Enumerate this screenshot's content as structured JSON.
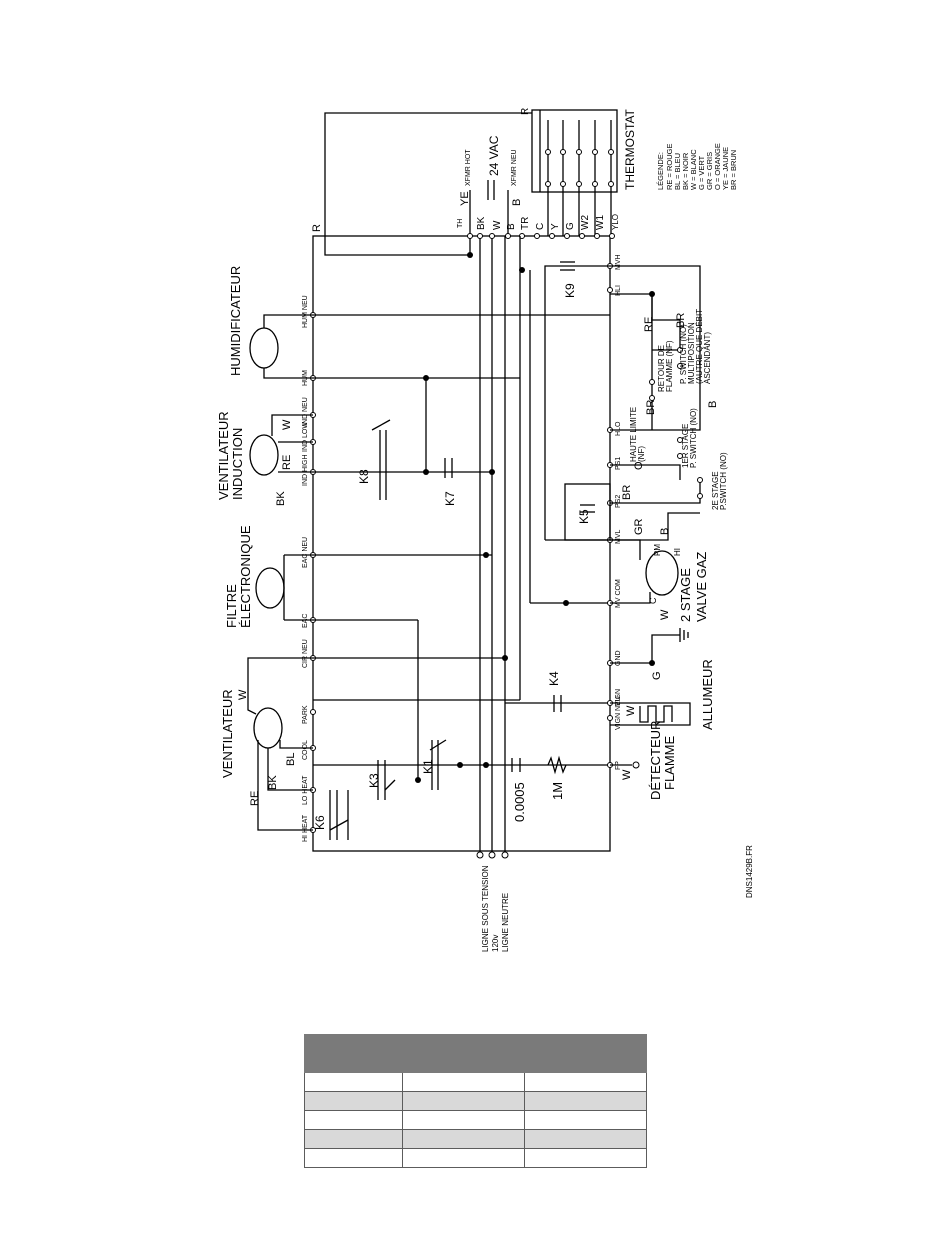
{
  "components": {
    "ventilateur": "VENTILATEUR",
    "filtre_1": "FILTRE",
    "filtre_2": "ÉLECTRONIQUE",
    "ventilateur_induction_1": "VENTILATEUR",
    "ventilateur_induction_2": "INDUCTION",
    "humidificateur": "HUMIDIFICATEUR",
    "thermostat": "THERMOSTAT",
    "allumeur": "ALLUMEUR",
    "detecteur_1": "DÉTECTEUR",
    "detecteur_2": "FLAMME",
    "valve_1": "2 STAGE",
    "valve_2": "VALVE GAZ",
    "transformer": "24 VAC",
    "xfmr_hot": "XFMR HOT",
    "xfmr_neu": "XFMR NEU",
    "capacitor": "0.0005",
    "resistor": "1M",
    "line_hot": "LIGNE SOUS TENSION",
    "line_v": "120v",
    "line_neu": "LIGNE NEUTRE",
    "drawing_no": "DNS1429B.FR"
  },
  "relays": [
    "K1",
    "K3",
    "K4",
    "K5",
    "K6",
    "K7",
    "K8",
    "K9"
  ],
  "terminals": {
    "bottom": [
      "HI HEAT",
      "LO HEAT",
      "COOL",
      "PARK",
      "CIR NEU",
      "EAC",
      "EAC NEU",
      "IND HIGH",
      "IND LOW",
      "IND NEU",
      "HUM",
      "HUM NEU"
    ],
    "top_right": [
      "TH",
      "BK",
      "W",
      "B",
      "TR",
      "C",
      "Y",
      "G",
      "W2",
      "W1",
      "YLO"
    ],
    "top": [
      "FP",
      "VIGN NEU",
      "VIGN",
      "GND",
      "MV COM",
      "MVL",
      "PS2",
      "PS1",
      "HLO",
      "HLI",
      "MVH"
    ]
  },
  "wire_labels": {
    "re": "RE",
    "bk": "BK",
    "bl": "BL",
    "w": "W",
    "ye": "YE",
    "gr": "GR",
    "br": "BR",
    "o": "O",
    "b": "B",
    "g": "G",
    "c": "C",
    "pm": "PM",
    "hi": "HI",
    "r": "R"
  },
  "switches": {
    "retour_1": "RETOUR DE",
    "retour_2": "FLAMME (NF)",
    "haute_1": "HAUTE LIMITE",
    "haute_2": "(NF)",
    "ps_multi_1": "P. SWITCH (NO)",
    "ps_multi_2": "MULTIPOSITION",
    "ps_multi_3": "(AUTRE QUE DÉBIT",
    "ps_multi_4": "ASCENDANT)",
    "ps_1er_1": "1ER STAGE",
    "ps_1er_2": "P. SWITCH (NO)",
    "ps_2e_1": "2E STAGE",
    "ps_2e_2": "P.SWITCH (NO)"
  },
  "legend": {
    "title": "LÉGENDE:",
    "items": [
      "RE = ROUGE",
      "BL = BLEU",
      "BK = NOIR",
      "W = BLANC",
      "G = VERT",
      "GR = GRIS",
      "O = ORANGE",
      "YE = JAUNE",
      "BR = BRUN"
    ]
  },
  "table": {
    "columns": 3,
    "rows": 5
  }
}
